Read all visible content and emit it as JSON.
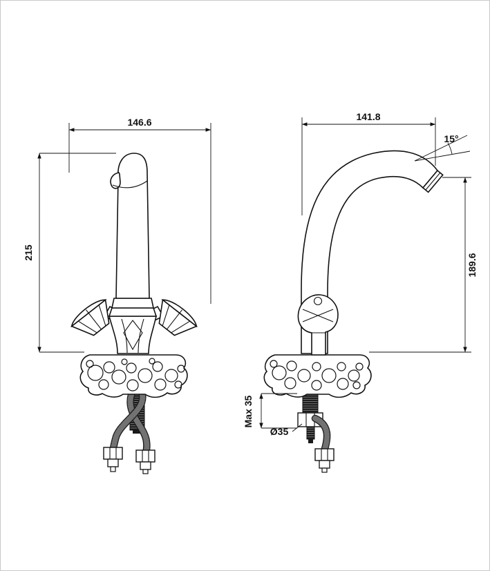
{
  "page": {
    "background": "#ffffff",
    "border_color": "#c8c8c8",
    "line_color": "#111111"
  },
  "drawing": {
    "dimensions": {
      "front_width": "146.6",
      "front_height": "215",
      "side_width": "141.8",
      "side_height": "189.6",
      "spout_angle": "15°",
      "max_mount_thickness": "Max 35",
      "mount_hole_diameter": "Ø35"
    }
  }
}
